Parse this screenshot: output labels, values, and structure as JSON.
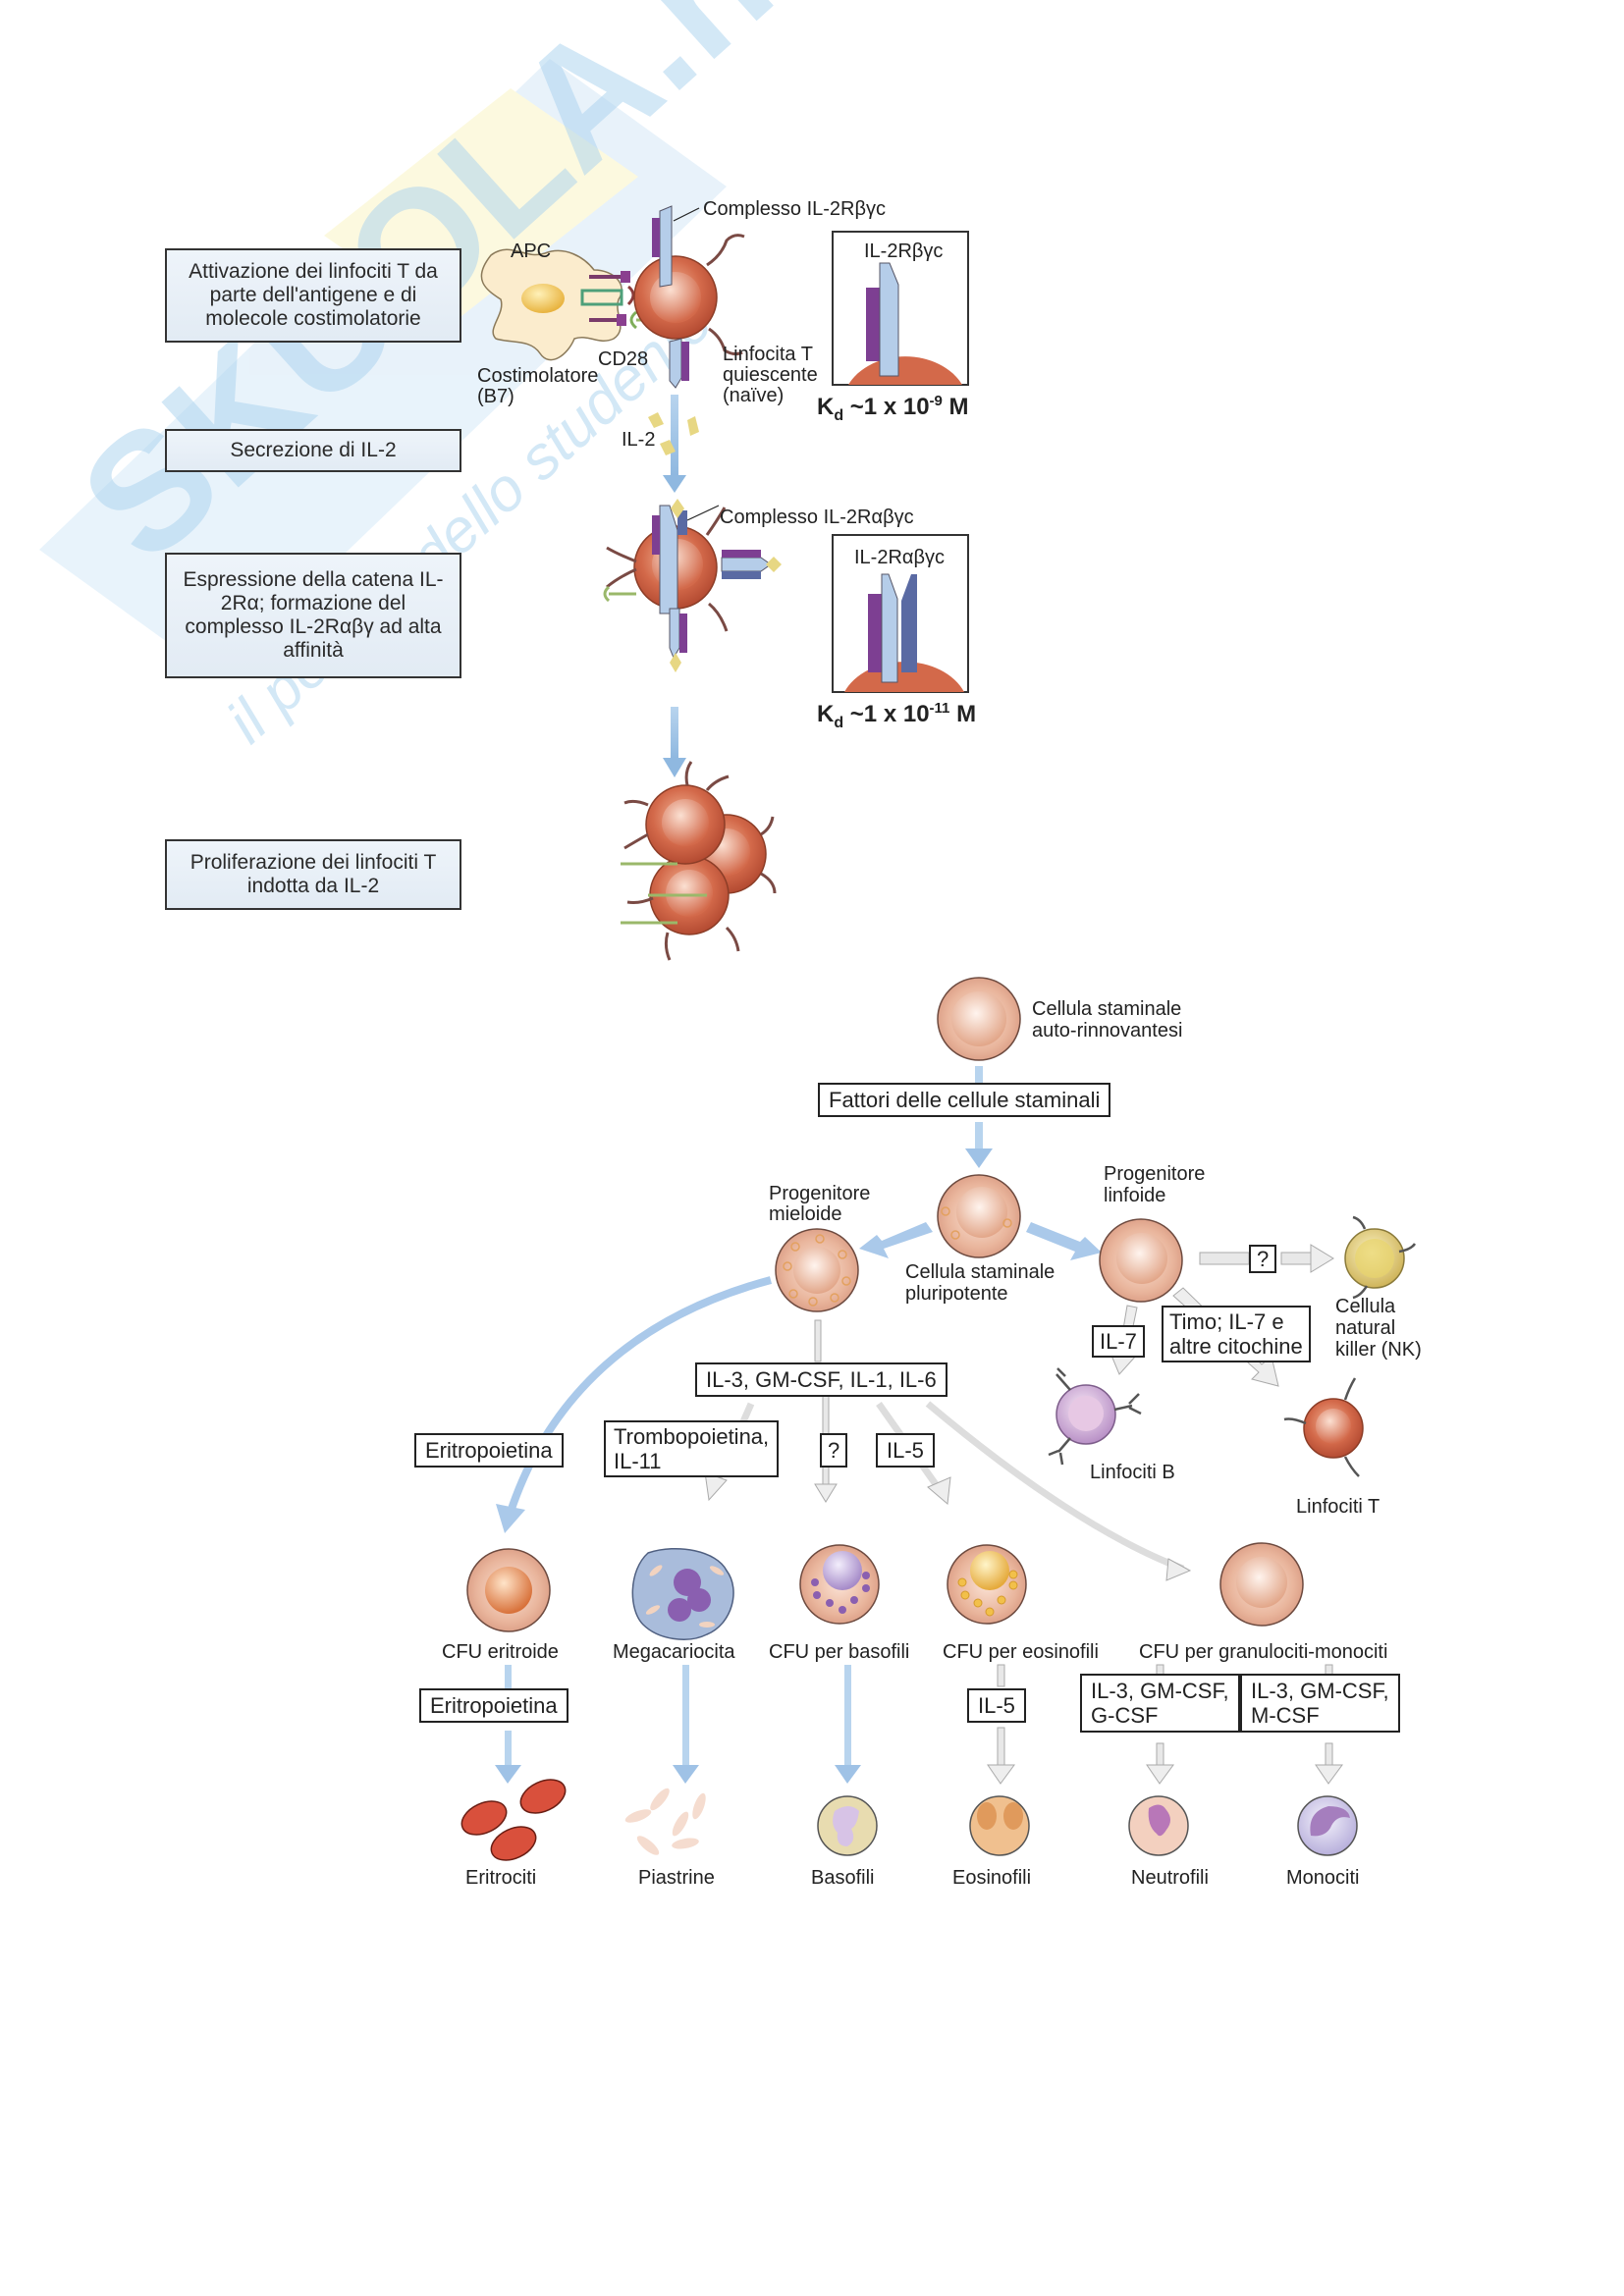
{
  "watermark": {
    "brand": "SKUOLA.net",
    "tagline": "il portale dello studente"
  },
  "il2_activation": {
    "steps": [
      "Attivazione dei linfociti T da parte dell'antigene e di molecole costimolatorie",
      "Secrezione di IL-2",
      "Espressione della catena IL-2Rα; formazione del complesso IL-2Rαβγ ad alta affinità",
      "Proliferazione dei linfociti T indotta da IL-2"
    ],
    "labels": {
      "apc": "APC",
      "complex_bg": "Complesso IL-2Rβγc",
      "cd28": "CD28",
      "costim_1": "Costimolatore",
      "costim_2": "(B7)",
      "tcell_1": "Linfocita T",
      "tcell_2": "quiescente",
      "tcell_3": "(naïve)",
      "il2": "IL-2",
      "complex_abg": "Complesso IL-2Rαβγc"
    },
    "insets": [
      {
        "title": "IL-2Rβγc",
        "kd_prefix": "K",
        "kd_sub": "d",
        "kd_mid": " ~1 x 10",
        "kd_exp": "-9",
        "kd_unit": " M"
      },
      {
        "title": "IL-2Rαβγc",
        "kd_prefix": "K",
        "kd_sub": "d",
        "kd_mid": " ~1 x 10",
        "kd_exp": "-11",
        "kd_unit": " M"
      }
    ]
  },
  "hematopoiesis": {
    "cells": {
      "self_renewing_1": "Cellula staminale",
      "self_renewing_2": "auto-rinnovantesi",
      "pluripotent_1": "Cellula staminale",
      "pluripotent_2": "pluripotente",
      "myeloid_1": "Progenitore",
      "myeloid_2": "mieloide",
      "lymphoid_1": "Progenitore",
      "lymphoid_2": "linfoide",
      "nk_1": "Cellula",
      "nk_2": "natural",
      "nk_3": "killer (NK)",
      "b_cells": "Linfociti B",
      "t_cells": "Linfociti T",
      "cfu_erythroid": "CFU eritroide",
      "megakaryocyte": "Megacariocita",
      "cfu_basophil": "CFU per basofili",
      "cfu_eosinophil": "CFU per eosinofili",
      "cfu_gm": "CFU per granulociti-monociti",
      "erythrocytes": "Eritrociti",
      "platelets": "Piastrine",
      "basophils": "Basofili",
      "eosinophils": "Eosinofili",
      "neutrophils": "Neutrofili",
      "monocytes": "Monociti"
    },
    "factors": {
      "stem_cell_factors": "Fattori delle cellule staminali",
      "nk_unknown": "?",
      "il7": "IL-7",
      "thymus_1": "Timo; IL-7 e",
      "thymus_2": "altre citochine",
      "myeloid_mix": "IL-3, GM-CSF, IL-1, IL-6",
      "epo_top": "Eritropoietina",
      "tpo_1": "Trombopoietina,",
      "tpo_2": "IL-11",
      "baso_unknown": "?",
      "il5_top": "IL-5",
      "epo_bottom": "Eritropoietina",
      "il5_bottom": "IL-5",
      "neutro_1": "IL-3, GM-CSF,",
      "neutro_2": "G-CSF",
      "mono_1": "IL-3, GM-CSF,",
      "mono_2": "M-CSF"
    }
  }
}
